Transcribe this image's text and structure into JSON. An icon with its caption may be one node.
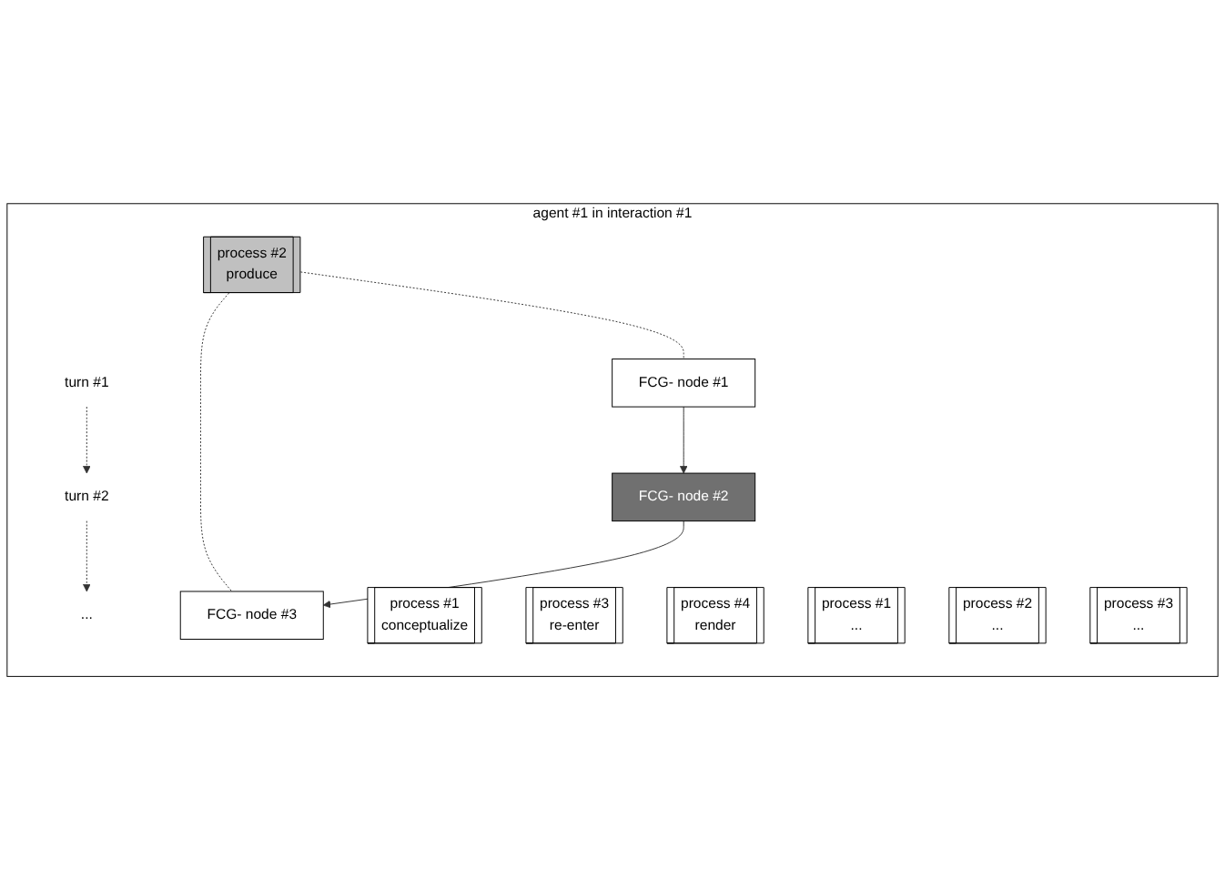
{
  "diagram": {
    "nodes": [
      {
        "text": [
          "agent #1 in interaction #1"
        ]
      },
      {
        "text": [
          "turn #1"
        ],
        "in": 0
      },
      {
        "text": [
          "process #1",
          "conceptualize"
        ],
        "in": 0
      },
      {
        "text": [
          "process #2",
          "produce"
        ],
        "in": 0
      },
      {
        "text": [
          "process #3",
          "re-enter"
        ],
        "in": 0
      },
      {
        "text": [
          "process #4",
          "render"
        ],
        "in": 0
      },
      {
        "text": [
          "FCG- node #1"
        ],
        "in": 0
      },
      {
        "text": [
          "FCG- node #2"
        ],
        "in": 0
      },
      {
        "text": [
          "FCG- node #3"
        ],
        "in": 0
      },
      {
        "text": [
          "turn #2"
        ],
        "in": 0
      },
      {
        "text": [
          "process #1",
          "..."
        ],
        "in": 0
      },
      {
        "text": [
          "process #2",
          "..."
        ],
        "in": 0
      },
      {
        "text": [
          "process #3",
          "..."
        ],
        "in": 0
      },
      {
        "text": [
          "..."
        ],
        "in": 0
      }
    ],
    "edges": [
      {
        "from": 1,
        "to": 9,
        "arrow": "to",
        "style": "dashed"
      },
      {
        "from": 9,
        "to": 13,
        "arrow": "to",
        "style": "dashed"
      },
      {
        "from": 3,
        "to": 6,
        "arrow": "none",
        "style": "dashed"
      },
      {
        "from": 3,
        "to": 8,
        "arrow": "none",
        "style": "dashed"
      },
      {
        "from": 6,
        "to": 7,
        "arrow": "to"
      },
      {
        "from": 7,
        "to": 8,
        "arrow": "to"
      }
    ]
  }
}
